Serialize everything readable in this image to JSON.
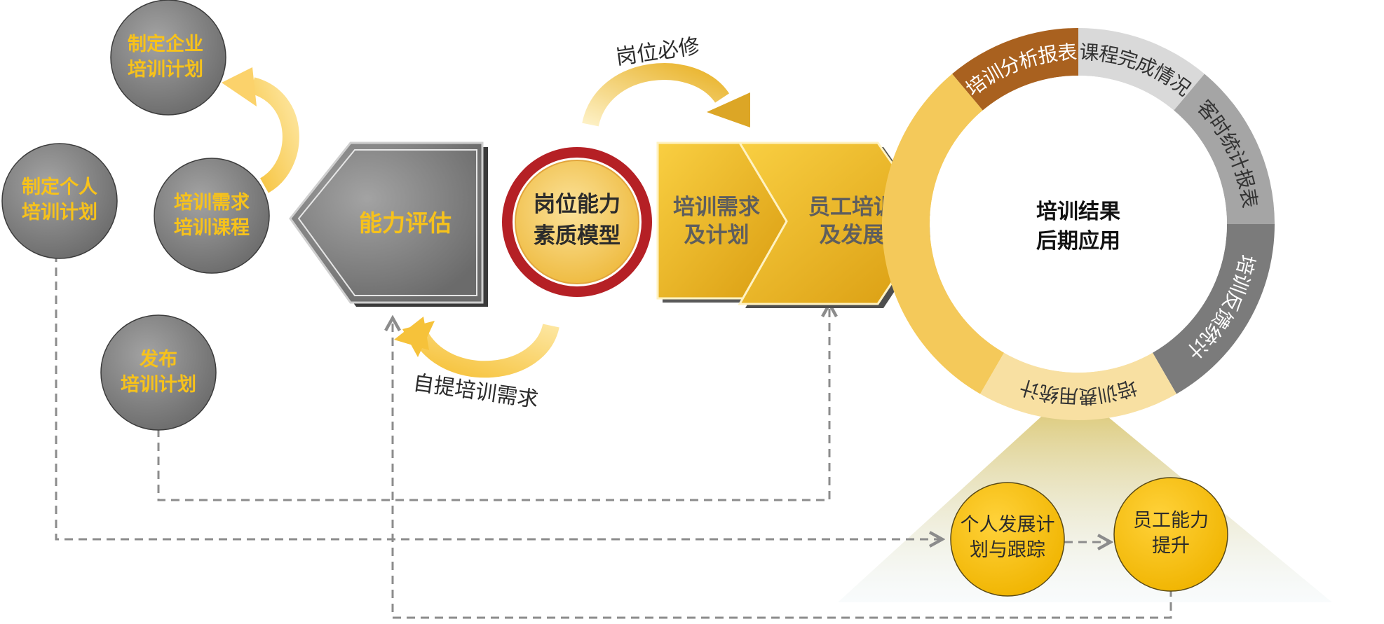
{
  "nodes": {
    "enterprise_plan": [
      "制定企业",
      "培训计划"
    ],
    "personal_plan": [
      "制定个人",
      "培训计划"
    ],
    "demand_course": [
      "培训需求",
      "培训课程"
    ],
    "publish_plan": [
      "发布",
      "培训计划"
    ],
    "ability_assessment": "能力评估",
    "competency_model": [
      "岗位能力",
      "素质模型"
    ],
    "demand_plan": [
      "培训需求",
      "及计划"
    ],
    "staff_training": [
      "员工培训",
      "及发展"
    ],
    "result_application": [
      "培训结果",
      "后期应用"
    ],
    "personal_development": [
      "个人发展计",
      "划与跟踪"
    ],
    "ability_improvement": [
      "员工能力",
      "提升"
    ]
  },
  "arrow_labels": {
    "required": "岗位必修",
    "self_demand": "自提培训需求"
  },
  "ring_segments": [
    {
      "label": "培训分析报表",
      "color": "#a9611f"
    },
    {
      "label": "课程完成情况",
      "color": "#d9d9d9"
    },
    {
      "label": "客时统计报表",
      "color": "#a5a5a5"
    },
    {
      "label": "培训反馈统计",
      "color": "#7b7b7b"
    },
    {
      "label": "培训费用统计",
      "color": "#f8e0a2"
    },
    {
      "label": "",
      "color": "#f4c95a"
    }
  ],
  "colors": {
    "gold": "#f7c21b",
    "gray_circle": "#858585",
    "gray_hex": "#7f7f7f",
    "red_ring": "#b52025",
    "dashed_line": "#8c8c8c"
  }
}
